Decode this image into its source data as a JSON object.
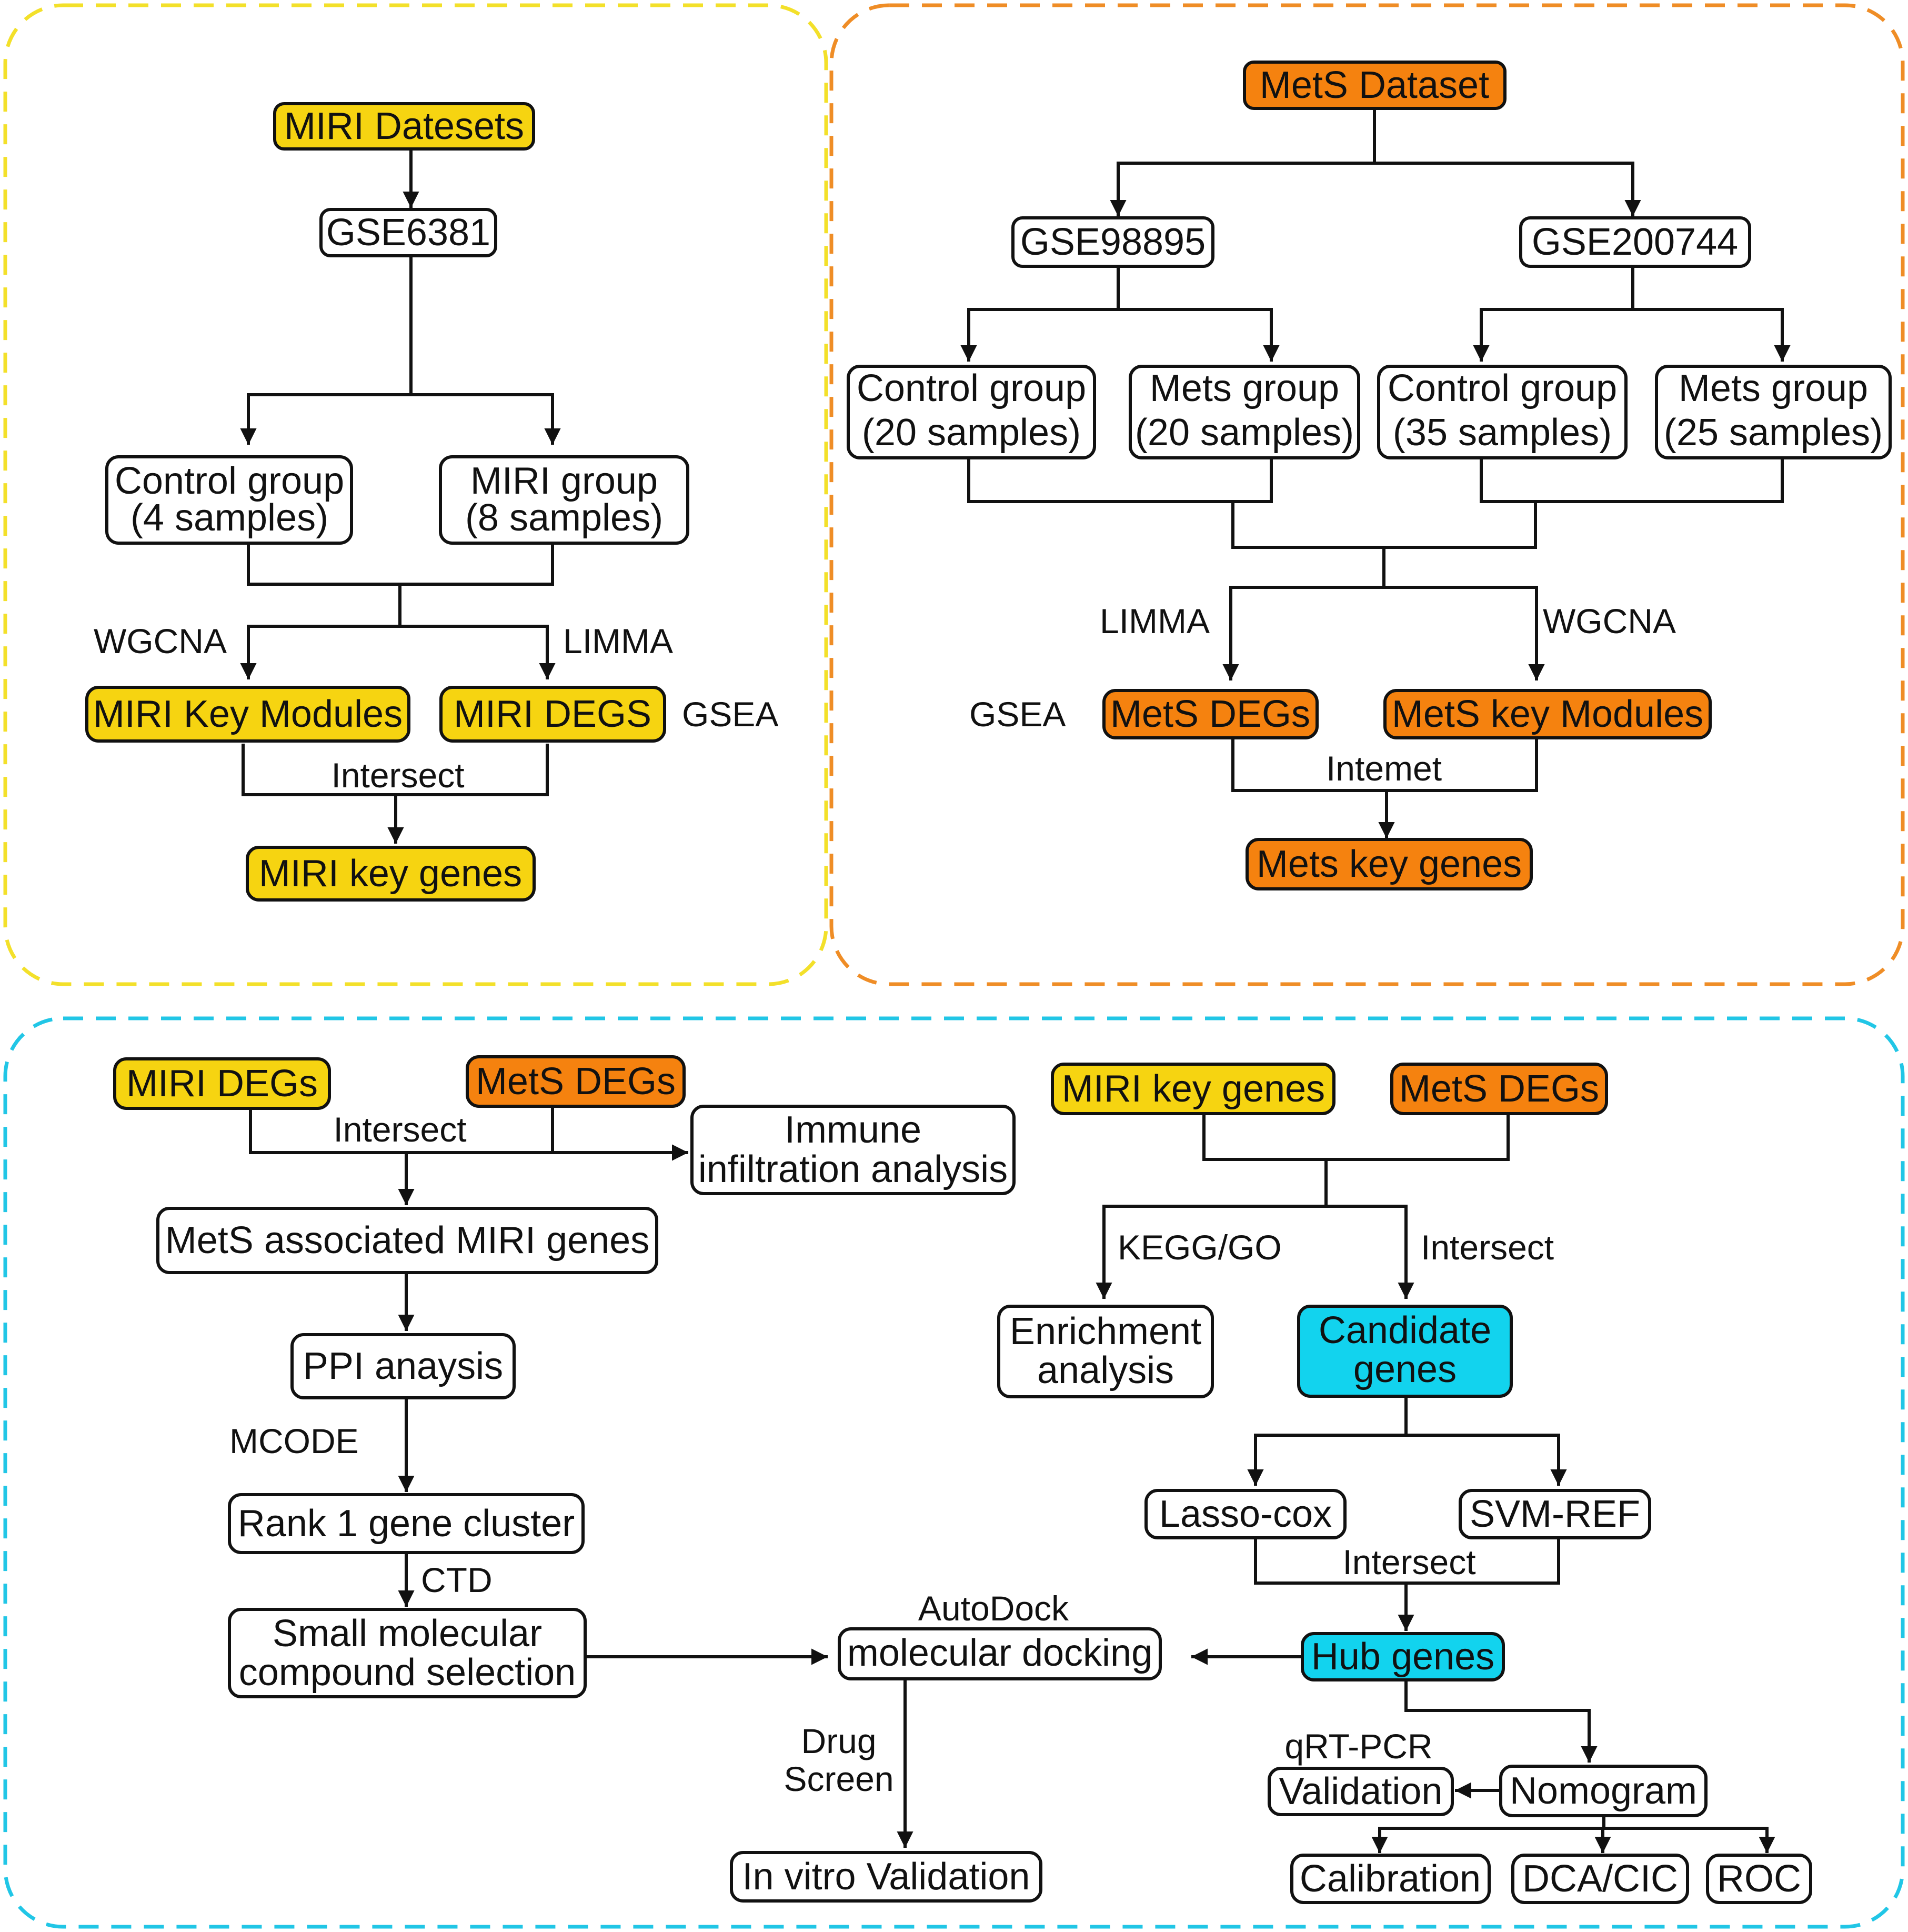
{
  "colors": {
    "miri": "#f6d411",
    "mets": "#f5820f",
    "cyan": "#12d3ee",
    "plain": "#ffffff",
    "panel_miri": "#f3e02a",
    "panel_mets": "#ef8d26",
    "panel_shared": "#21c6e6"
  },
  "panels": {
    "miri": {
      "datasets": "MIRI Datesets",
      "gse": "GSE6381",
      "control": [
        "Control group",
        "(4 samples)"
      ],
      "miri_group": [
        "MIRI group",
        "(8 samples)"
      ],
      "wgcna": "WGCNA",
      "limma": "LIMMA",
      "key_modules": "MIRI Key Modules",
      "degs": "MIRI DEGS",
      "gsea": "GSEA",
      "intersect": "Intersect",
      "key_genes": "MIRI key genes"
    },
    "mets": {
      "dataset": "MetS Dataset",
      "gse_a": "GSE98895",
      "gse_b": "GSE200744",
      "control_a": [
        "Control group",
        "(20 samples)"
      ],
      "mets_a": [
        "Mets group",
        "(20 samples)"
      ],
      "control_b": [
        "Control group",
        "(35 samples)"
      ],
      "mets_b": [
        "Mets group",
        "(25 samples)"
      ],
      "limma": "LIMMA",
      "wgcna": "WGCNA",
      "gsea": "GSEA",
      "degs": "MetS DEGs",
      "key_modules": "MetS key Modules",
      "intemet": "Intemet",
      "key_genes": "Mets key genes"
    },
    "shared": {
      "miri_degs": "MIRI DEGs",
      "mets_degs": "MetS DEGs",
      "intersect_top": "Intersect",
      "immune": [
        "Immune",
        "infiltration analysis"
      ],
      "associated": "MetS associated MIRI genes",
      "ppi": "PPI anaysis",
      "mcode": "MCODE",
      "rank1": "Rank 1 gene cluster",
      "ctd": "CTD",
      "small_mol": [
        "Small molecular",
        "compound selection"
      ],
      "autodock": "AutoDock",
      "docking": "molecular docking",
      "drug_screen": [
        "Drug",
        "Screen"
      ],
      "in_vitro": "In vitro Validation",
      "miri_key_genes": "MIRI key genes",
      "mets_degs_right": "MetS DEGs",
      "kegg": "KEGG/GO",
      "intersect_right": "Intersect",
      "enrichment": [
        "Enrichment",
        "analysis"
      ],
      "candidate": [
        "Candidate",
        "genes"
      ],
      "lasso": "Lasso-cox",
      "svm": "SVM-REF",
      "intersect_hub": "Intersect",
      "hub": "Hub genes",
      "qrt": "qRT-PCR",
      "validation": "Validation",
      "nomogram": "Nomogram",
      "calibration": "Calibration",
      "dca": "DCA/CIC",
      "roc": "ROC"
    }
  }
}
